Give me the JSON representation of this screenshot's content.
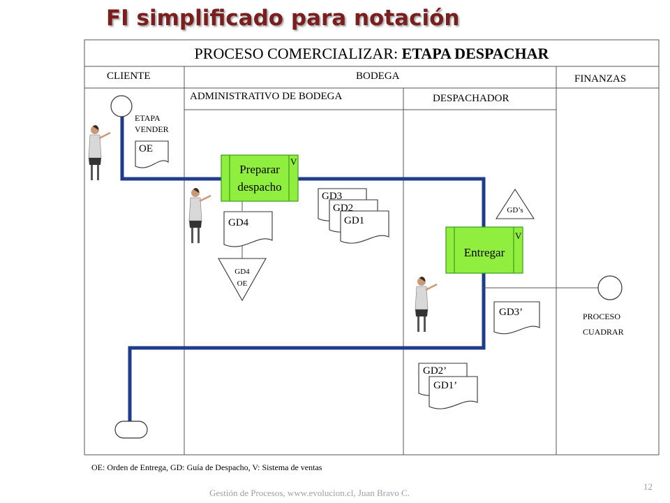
{
  "slide": {
    "title": "FI simplificado para notación",
    "footer": "Gestión de Procesos, www.evolucion.cl, Juan Bravo C.",
    "page_number": "12",
    "legend": "OE: Orden de Entrega, GD: Guía de Despacho, V: Sistema de ventas"
  },
  "diagram": {
    "header_prefix": "PROCESO COMERCIALIZAR: ",
    "header_stage": "ETAPA DESPACHAR",
    "lanes": {
      "cliente": "CLIENTE",
      "bodega": "BODEGA",
      "finanzas": "FINANZAS",
      "admin": "ADMINISTRATIVO DE BODEGA",
      "despachador": "DESPACHADOR"
    },
    "start_event": {
      "line1": "ETAPA",
      "line2": "VENDER"
    },
    "end_event": {
      "line1": "PROCESO",
      "line2": "CUADRAR"
    },
    "activities": {
      "preparar": {
        "line1": "Preparar",
        "line2": "despacho",
        "system": "V"
      },
      "entregar": {
        "label": "Entregar",
        "system": "V"
      }
    },
    "documents": {
      "oe": "OE",
      "gd4": "GD4",
      "gd3": "GD3",
      "gd2": "GD2",
      "gd1": "GD1",
      "gd3p": "GD3’",
      "gd2p": "GD2’",
      "gd1p": "GD1’"
    },
    "files": {
      "gd4_oe": {
        "line1": "GD4",
        "line2": "OE"
      },
      "gds": "GD’s"
    },
    "colors": {
      "flow": "#1f3b8c",
      "activity_fill": "#90ee3e",
      "activity_border": "#3d9a1a",
      "title": "#7a1e1e"
    }
  }
}
